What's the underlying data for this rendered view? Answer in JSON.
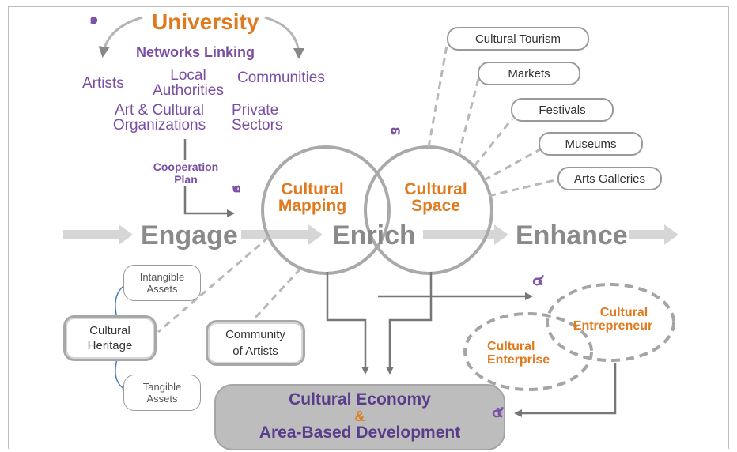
{
  "numbers": {
    "n1": "๑",
    "n2": "๒",
    "n3": "๓",
    "n4": "๔",
    "n5": "๕"
  },
  "university": {
    "title": "University",
    "networks": "Networks Linking",
    "artists": "Artists",
    "local_authorities_l1": "Local",
    "local_authorities_l2": "Authorities",
    "communities": "Communities",
    "art_cultural_l1": "Art & Cultural",
    "art_cultural_l2": "Organizations",
    "private_l1": "Private",
    "private_l2": "Sectors"
  },
  "cooperation": {
    "l1": "Cooperation",
    "l2": "Plan"
  },
  "circles": {
    "mapping_l1": "Cultural",
    "mapping_l2": "Mapping",
    "space_l1": "Cultural",
    "space_l2": "Space"
  },
  "flow": {
    "engage": "Engage",
    "enrich": "Enrich",
    "enhance": "Enhance"
  },
  "space_items": [
    "Cultural Tourism",
    "Markets",
    "Festivals",
    "Museums",
    "Arts Galleries"
  ],
  "heritage": {
    "center_l1": "Cultural",
    "center_l2": "Heritage",
    "intangible_l1": "Intangible",
    "intangible_l2": "Assets",
    "tangible_l1": "Tangible",
    "tangible_l2": "Assets"
  },
  "community": {
    "l1": "Community",
    "l2": "of Artists"
  },
  "enterprise": {
    "entrepreneur_l1": "Cultural",
    "entrepreneur_l2": "Entrepreneur",
    "enterprise_l1": "Cultural",
    "enterprise_l2": "Enterprise"
  },
  "economy": {
    "l1": "Cultural Economy",
    "amp": "&",
    "l2": "Area-Based Development"
  },
  "colors": {
    "purple": "#7a4fa3",
    "orange": "#e07a1f",
    "grey": "#8a8a8a"
  }
}
